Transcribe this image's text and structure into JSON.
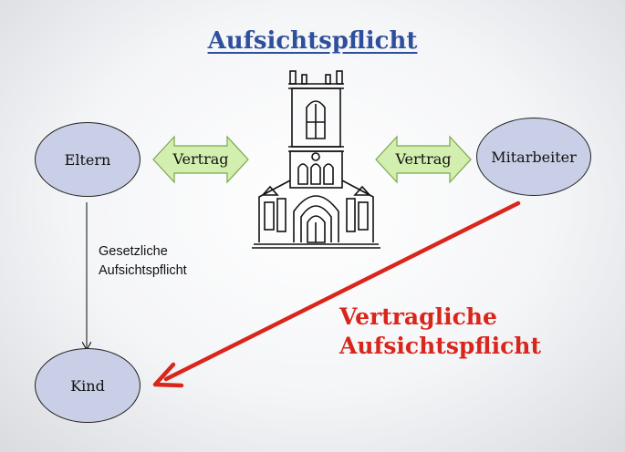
{
  "title": "Aufsichtspflicht",
  "nodes": {
    "parents": "Eltern",
    "staff": "Mitarbeiter",
    "child": "Kind"
  },
  "arrows": {
    "left_contract": "Vertrag",
    "right_contract": "Vertrag"
  },
  "legal_supervision": {
    "line1": "Gesetzliche",
    "line2": "Aufsichtspflicht"
  },
  "contractual_supervision": {
    "line1": "Vertragliche",
    "line2": "Aufsichtspflicht"
  },
  "icons": {
    "church": "church-icon"
  },
  "colors": {
    "title": "#2e4f9c",
    "ellipse_fill": "#c9cfe6",
    "contract_arrow_fill": "#d3efb0",
    "contract_arrow_stroke": "#7aa84a",
    "red_arrow": "#d9261c",
    "red_text": "#d9261c",
    "church": "#111111"
  }
}
